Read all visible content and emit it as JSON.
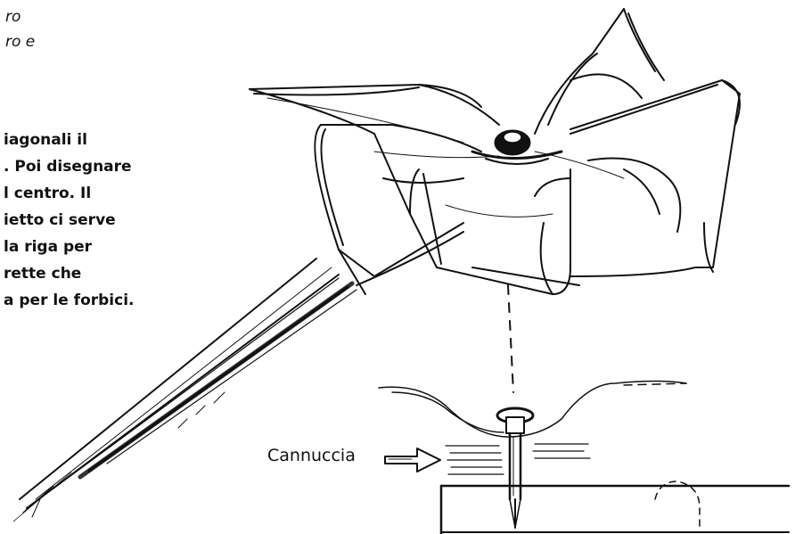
{
  "instructions": {
    "top_lines": [
      "ro",
      "ro e"
    ],
    "lines": [
      "iagonali il",
      ". Poi disegnare",
      "l centro. Il",
      "ietto ci serve",
      " la riga per",
      "rette che",
      "a per le forbici."
    ]
  },
  "labels": {
    "straw": "Cannuccia"
  },
  "figure": {
    "subject": "paper pinwheel on stick",
    "callout_icon": "hollow-arrow-icon"
  }
}
